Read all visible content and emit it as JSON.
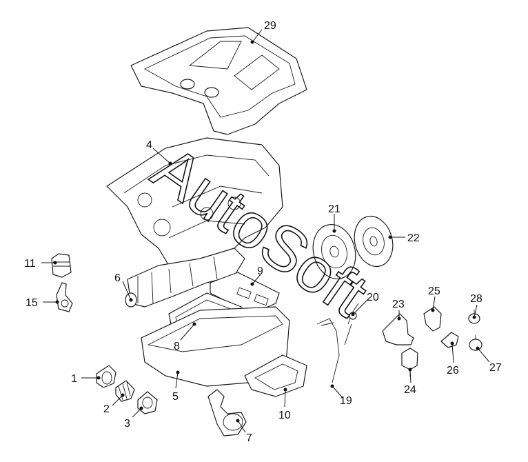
{
  "watermark": "AutoSoft",
  "colors": {
    "line": "#1a1a1a",
    "background": "#ffffff"
  },
  "callouts": {
    "c1": "1",
    "c2": "2",
    "c3": "3",
    "c4": "4",
    "c5": "5",
    "c6": "6",
    "c7": "7",
    "c8": "8",
    "c9": "9",
    "c10": "10",
    "c11": "11",
    "c15": "15",
    "c19": "19",
    "c20": "20",
    "c21": "21",
    "c22": "22",
    "c23": "23",
    "c24": "24",
    "c25": "25",
    "c26": "26",
    "c27": "27",
    "c28": "28",
    "c29": "29"
  }
}
